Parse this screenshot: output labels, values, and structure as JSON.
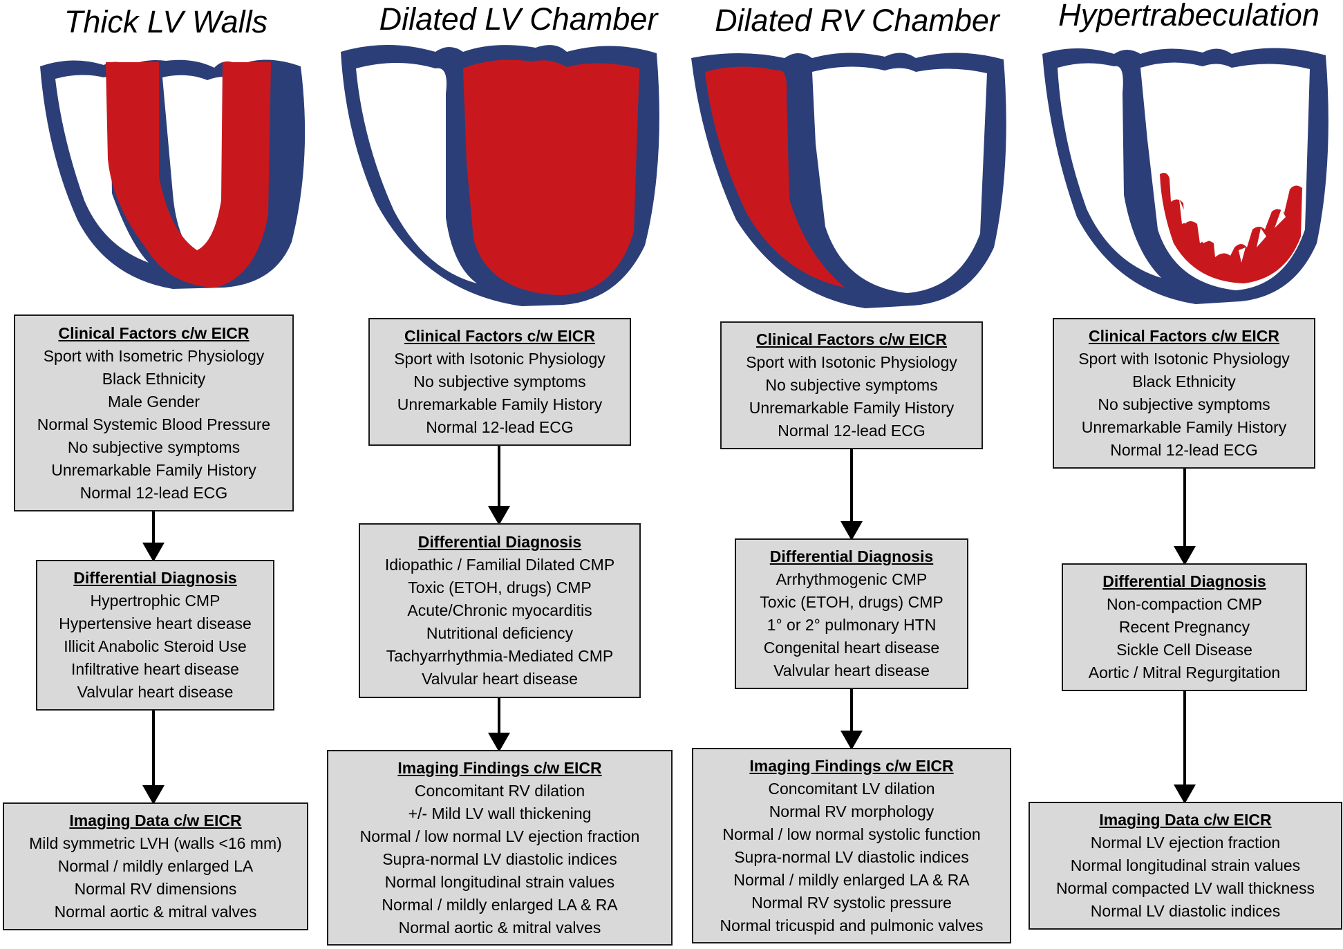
{
  "columns": [
    {
      "title": "Thick LV Walls",
      "heart_type": "thick-walls",
      "clinical": {
        "heading": "Clinical Factors c/w EICR",
        "items": [
          "Sport with Isometric Physiology",
          "Black Ethnicity",
          "Male Gender",
          "Normal Systemic Blood Pressure",
          "No subjective symptoms",
          "Unremarkable Family History",
          "Normal 12-lead ECG"
        ]
      },
      "differential": {
        "heading": "Differential Diagnosis",
        "items": [
          "Hypertrophic CMP",
          "Hypertensive heart disease",
          "Illicit Anabolic Steroid Use",
          "Infiltrative heart disease",
          "Valvular heart disease"
        ]
      },
      "imaging": {
        "heading": "Imaging Data c/w EICR",
        "items": [
          "Mild symmetric LVH (walls <16 mm)",
          "Normal / mildly enlarged LA",
          "Normal RV dimensions",
          "Normal aortic & mitral valves"
        ]
      }
    },
    {
      "title": "Dilated LV Chamber",
      "heart_type": "dilated-lv",
      "clinical": {
        "heading": "Clinical Factors c/w EICR",
        "items": [
          "Sport with Isotonic Physiology",
          "No subjective symptoms",
          "Unremarkable Family History",
          "Normal 12-lead ECG"
        ]
      },
      "differential": {
        "heading": "Differential Diagnosis",
        "items": [
          "Idiopathic / Familial Dilated CMP",
          "Toxic (ETOH, drugs) CMP",
          "Acute/Chronic myocarditis",
          "Nutritional deficiency",
          "Tachyarrhythmia-Mediated CMP",
          "Valvular heart disease"
        ]
      },
      "imaging": {
        "heading": "Imaging Findings c/w EICR",
        "items": [
          "Concomitant RV dilation",
          "+/- Mild LV wall thickening",
          "Normal / low normal LV ejection fraction",
          "Supra-normal LV diastolic indices",
          "Normal longitudinal strain values",
          "Normal / mildly enlarged LA & RA",
          "Normal aortic & mitral valves"
        ]
      }
    },
    {
      "title": "Dilated RV Chamber",
      "heart_type": "dilated-rv",
      "clinical": {
        "heading": "Clinical Factors c/w EICR",
        "items": [
          "Sport with Isotonic Physiology",
          "No subjective symptoms",
          "Unremarkable Family History",
          "Normal 12-lead ECG"
        ]
      },
      "differential": {
        "heading": "Differential Diagnosis",
        "items": [
          "Arrhythmogenic CMP",
          "Toxic (ETOH, drugs) CMP",
          "1° or 2° pulmonary HTN",
          "Congenital heart disease",
          "Valvular heart disease"
        ]
      },
      "imaging": {
        "heading": "Imaging Findings c/w EICR",
        "items": [
          "Concomitant LV dilation",
          "Normal RV morphology",
          "Normal / low normal systolic function",
          "Supra-normal LV diastolic indices",
          "Normal / mildly enlarged LA & RA",
          "Normal RV systolic pressure",
          "Normal tricuspid and pulmonic valves"
        ]
      }
    },
    {
      "title": "Hypertrabeculation",
      "heart_type": "hypertrabeculation",
      "clinical": {
        "heading": "Clinical Factors c/w EICR",
        "items": [
          "Sport with Isotonic Physiology",
          "Black Ethnicity",
          "No subjective symptoms",
          "Unremarkable Family History",
          "Normal 12-lead ECG"
        ]
      },
      "differential": {
        "heading": "Differential Diagnosis",
        "items": [
          "Non-compaction CMP",
          "Recent Pregnancy",
          "Sickle Cell Disease",
          "Aortic / Mitral Regurgitation"
        ]
      },
      "imaging": {
        "heading": "Imaging Data c/w EICR",
        "items": [
          "Normal LV ejection fraction",
          "Normal longitudinal strain values",
          "Normal compacted LV wall thickness",
          "Normal LV diastolic indices"
        ]
      }
    }
  ],
  "colors": {
    "myocardium": "#2c3e78",
    "highlight": "#c8181e",
    "box_fill": "#d9d9d9",
    "box_border": "#1a1a1a",
    "arrow": "#000000"
  }
}
